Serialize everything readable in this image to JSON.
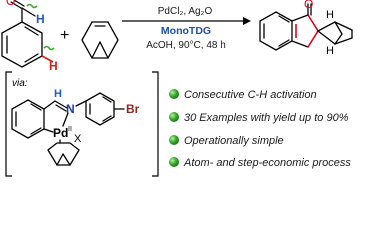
{
  "reaction": {
    "conditions_line1": "PdCl₂, Ag₂O",
    "catalyst_label": "MonoTDG",
    "conditions_line2": "AcOH, 90°C, 48 h"
  },
  "intermediate": {
    "via_label": "via:",
    "atom_H": "H",
    "atom_N": "N",
    "atom_Br": "Br",
    "atom_Pd": "Pd",
    "pd_oxidation": "II",
    "ligand_X": "X"
  },
  "reactant": {
    "atom_O": "O",
    "atom_H": "H"
  },
  "product": {
    "atom_O": "O",
    "atom_H_top": "H",
    "atom_H_bottom": "H"
  },
  "colors": {
    "oxygen": "#e0001a",
    "nitrogen": "#1a3aa8",
    "bromine": "#8a2b1e",
    "hydrogen_blue": "#1f5fb8",
    "ch_highlight": "#d62020",
    "ring_highlight": "#e0001a",
    "catalyst_blue": "#1f4fa8",
    "bullet_green": "#3cae2f"
  },
  "features": [
    "Consecutive C-H activation",
    "30 Examples with yield up to 90%",
    "Operationally simple",
    "Atom- and step-economic process"
  ]
}
